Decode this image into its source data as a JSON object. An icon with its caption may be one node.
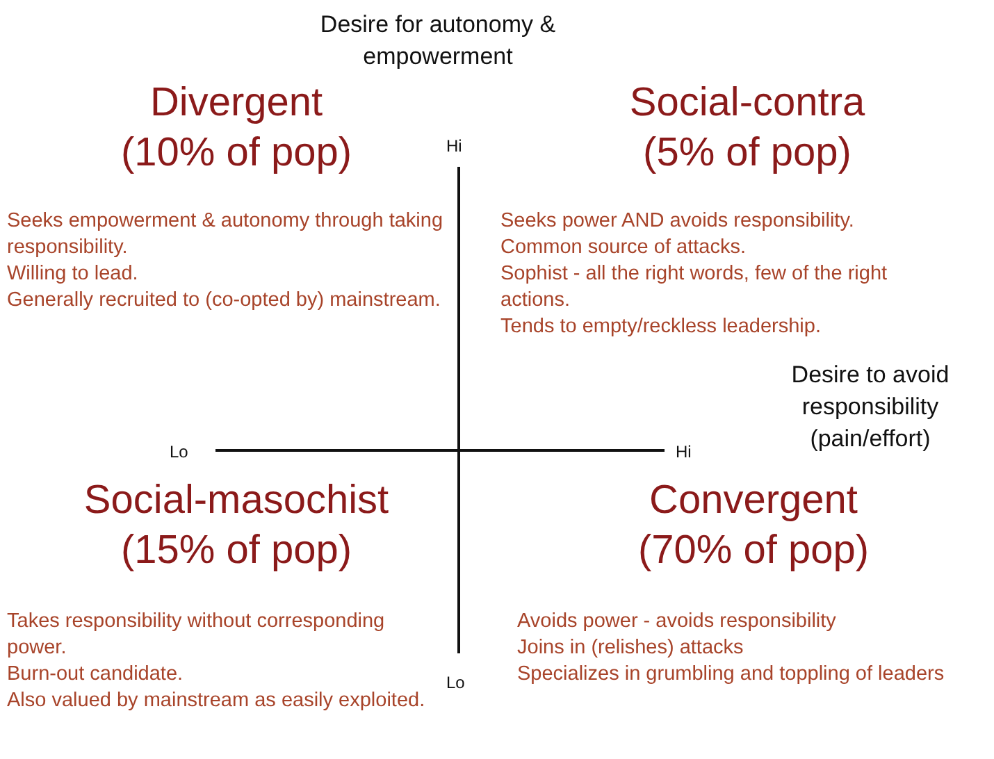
{
  "diagram": {
    "nodes": [
      {
        "text": [
          "Divergent",
          "(10% of pop)",
          "Seeks empowerment & autonomy through taking responsibility.",
          "Willing to lead.",
          "Generally recruited to (co-opted by) mainstream."
        ]
      },
      {
        "text": [
          "Social-contra",
          "(5% of pop)",
          "Seeks power AND avoids responsibility.",
          "Common source of attacks.",
          "Sophist - all the right words, few of the right actions.",
          "Tends to empty/reckless leadership."
        ]
      },
      {
        "text": [
          "Social-masochist",
          "(15% of pop)",
          "Takes responsibility without corresponding power.",
          "Burn-out candidate.",
          "Also valued by mainstream as easily exploited."
        ]
      },
      {
        "text": [
          "Convergent",
          "(70% of pop)",
          "Avoids power - avoids responsibility",
          "Joins in (relishes) attacks",
          "Specializes in grumbling and toppling of leaders"
        ]
      }
    ],
    "labels": [
      "Desire for autonomy & empowerment",
      "Hi",
      "Lo",
      "Hi",
      "Desire to avoid responsibility (pain/effort)",
      "Lo"
    ]
  }
}
